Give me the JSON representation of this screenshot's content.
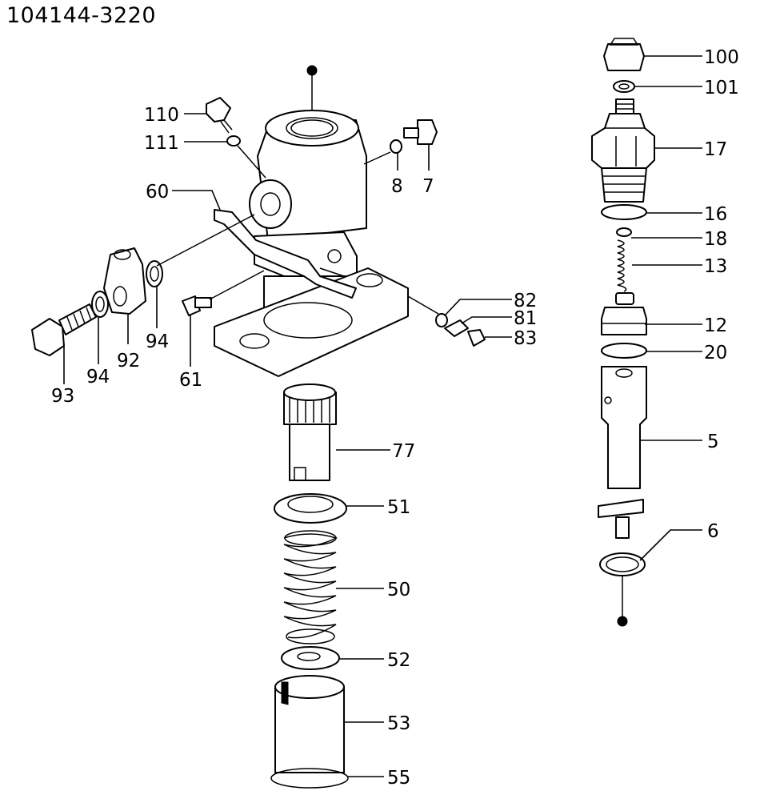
{
  "diagram_number": "104144-3220",
  "callouts": [
    {
      "id": "c100",
      "text": "100"
    },
    {
      "id": "c101",
      "text": "101"
    },
    {
      "id": "c17",
      "text": "17"
    },
    {
      "id": "c16",
      "text": "16"
    },
    {
      "id": "c18",
      "text": "18"
    },
    {
      "id": "c13",
      "text": "13"
    },
    {
      "id": "c12",
      "text": "12"
    },
    {
      "id": "c20",
      "text": "20"
    },
    {
      "id": "c5",
      "text": "5"
    },
    {
      "id": "c6",
      "text": "6"
    },
    {
      "id": "c110",
      "text": "110"
    },
    {
      "id": "c111",
      "text": "111"
    },
    {
      "id": "c8",
      "text": "8"
    },
    {
      "id": "c7",
      "text": "7"
    },
    {
      "id": "c60",
      "text": "60"
    },
    {
      "id": "c94a",
      "text": "94"
    },
    {
      "id": "c94b",
      "text": "94"
    },
    {
      "id": "c92",
      "text": "92"
    },
    {
      "id": "c93",
      "text": "93"
    },
    {
      "id": "c61",
      "text": "61"
    },
    {
      "id": "c82",
      "text": "82"
    },
    {
      "id": "c81",
      "text": "81"
    },
    {
      "id": "c83",
      "text": "83"
    },
    {
      "id": "c77",
      "text": "77"
    },
    {
      "id": "c51",
      "text": "51"
    },
    {
      "id": "c50",
      "text": "50"
    },
    {
      "id": "c52",
      "text": "52"
    },
    {
      "id": "c53",
      "text": "53"
    },
    {
      "id": "c55",
      "text": "55"
    }
  ]
}
